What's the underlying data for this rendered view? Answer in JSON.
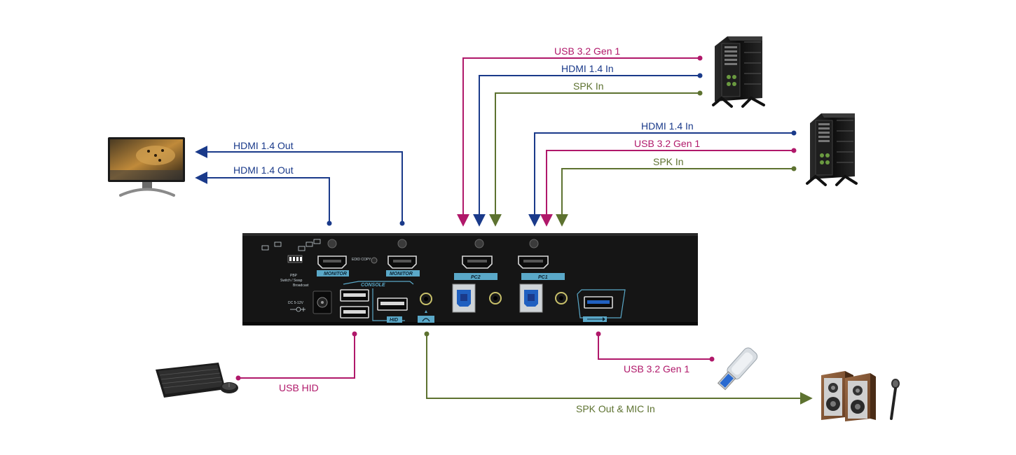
{
  "colors": {
    "usb": "#b0186a",
    "hdmi": "#1a3a8a",
    "audio": "#5d7230",
    "device_body": "#151515",
    "panel_accent": "#5aa8c8",
    "usb3_blue": "#2060c0"
  },
  "connections": {
    "monitor_hdmi_out_1": "HDMI 1.4 Out",
    "monitor_hdmi_out_2": "HDMI 1.4 Out",
    "pc1_usb": "USB 3.2 Gen 1",
    "pc1_hdmi": "HDMI 1.4 In",
    "pc1_spk": "SPK In",
    "pc2_hdmi": "HDMI 1.4 In",
    "pc2_usb": "USB 3.2 Gen 1",
    "pc2_spk": "SPK In",
    "usb_hid": "USB HID",
    "usb_drive": "USB 3.2 Gen 1",
    "spk_mic": "SPK Out & MIC In"
  },
  "panel_labels": {
    "monitor_a": "MONITOR",
    "monitor_b": "MONITOR",
    "edid": "EDID COPY",
    "console": "CONSOLE",
    "hid": "HID",
    "pc2": "PC2",
    "pc1": "PC1",
    "dc": "DC 5-12V",
    "pbp": "PBP",
    "switch_swap": "Switch / Swap",
    "broadcast": "Broadcast"
  },
  "icons": {
    "monitor": "monitor-icon",
    "pc_tower": "pc-tower-icon",
    "keyboard": "keyboard-icon",
    "mouse": "mouse-icon",
    "usb_drive": "usb-drive-icon",
    "speakers": "speaker-icon",
    "microphone": "microphone-icon"
  }
}
